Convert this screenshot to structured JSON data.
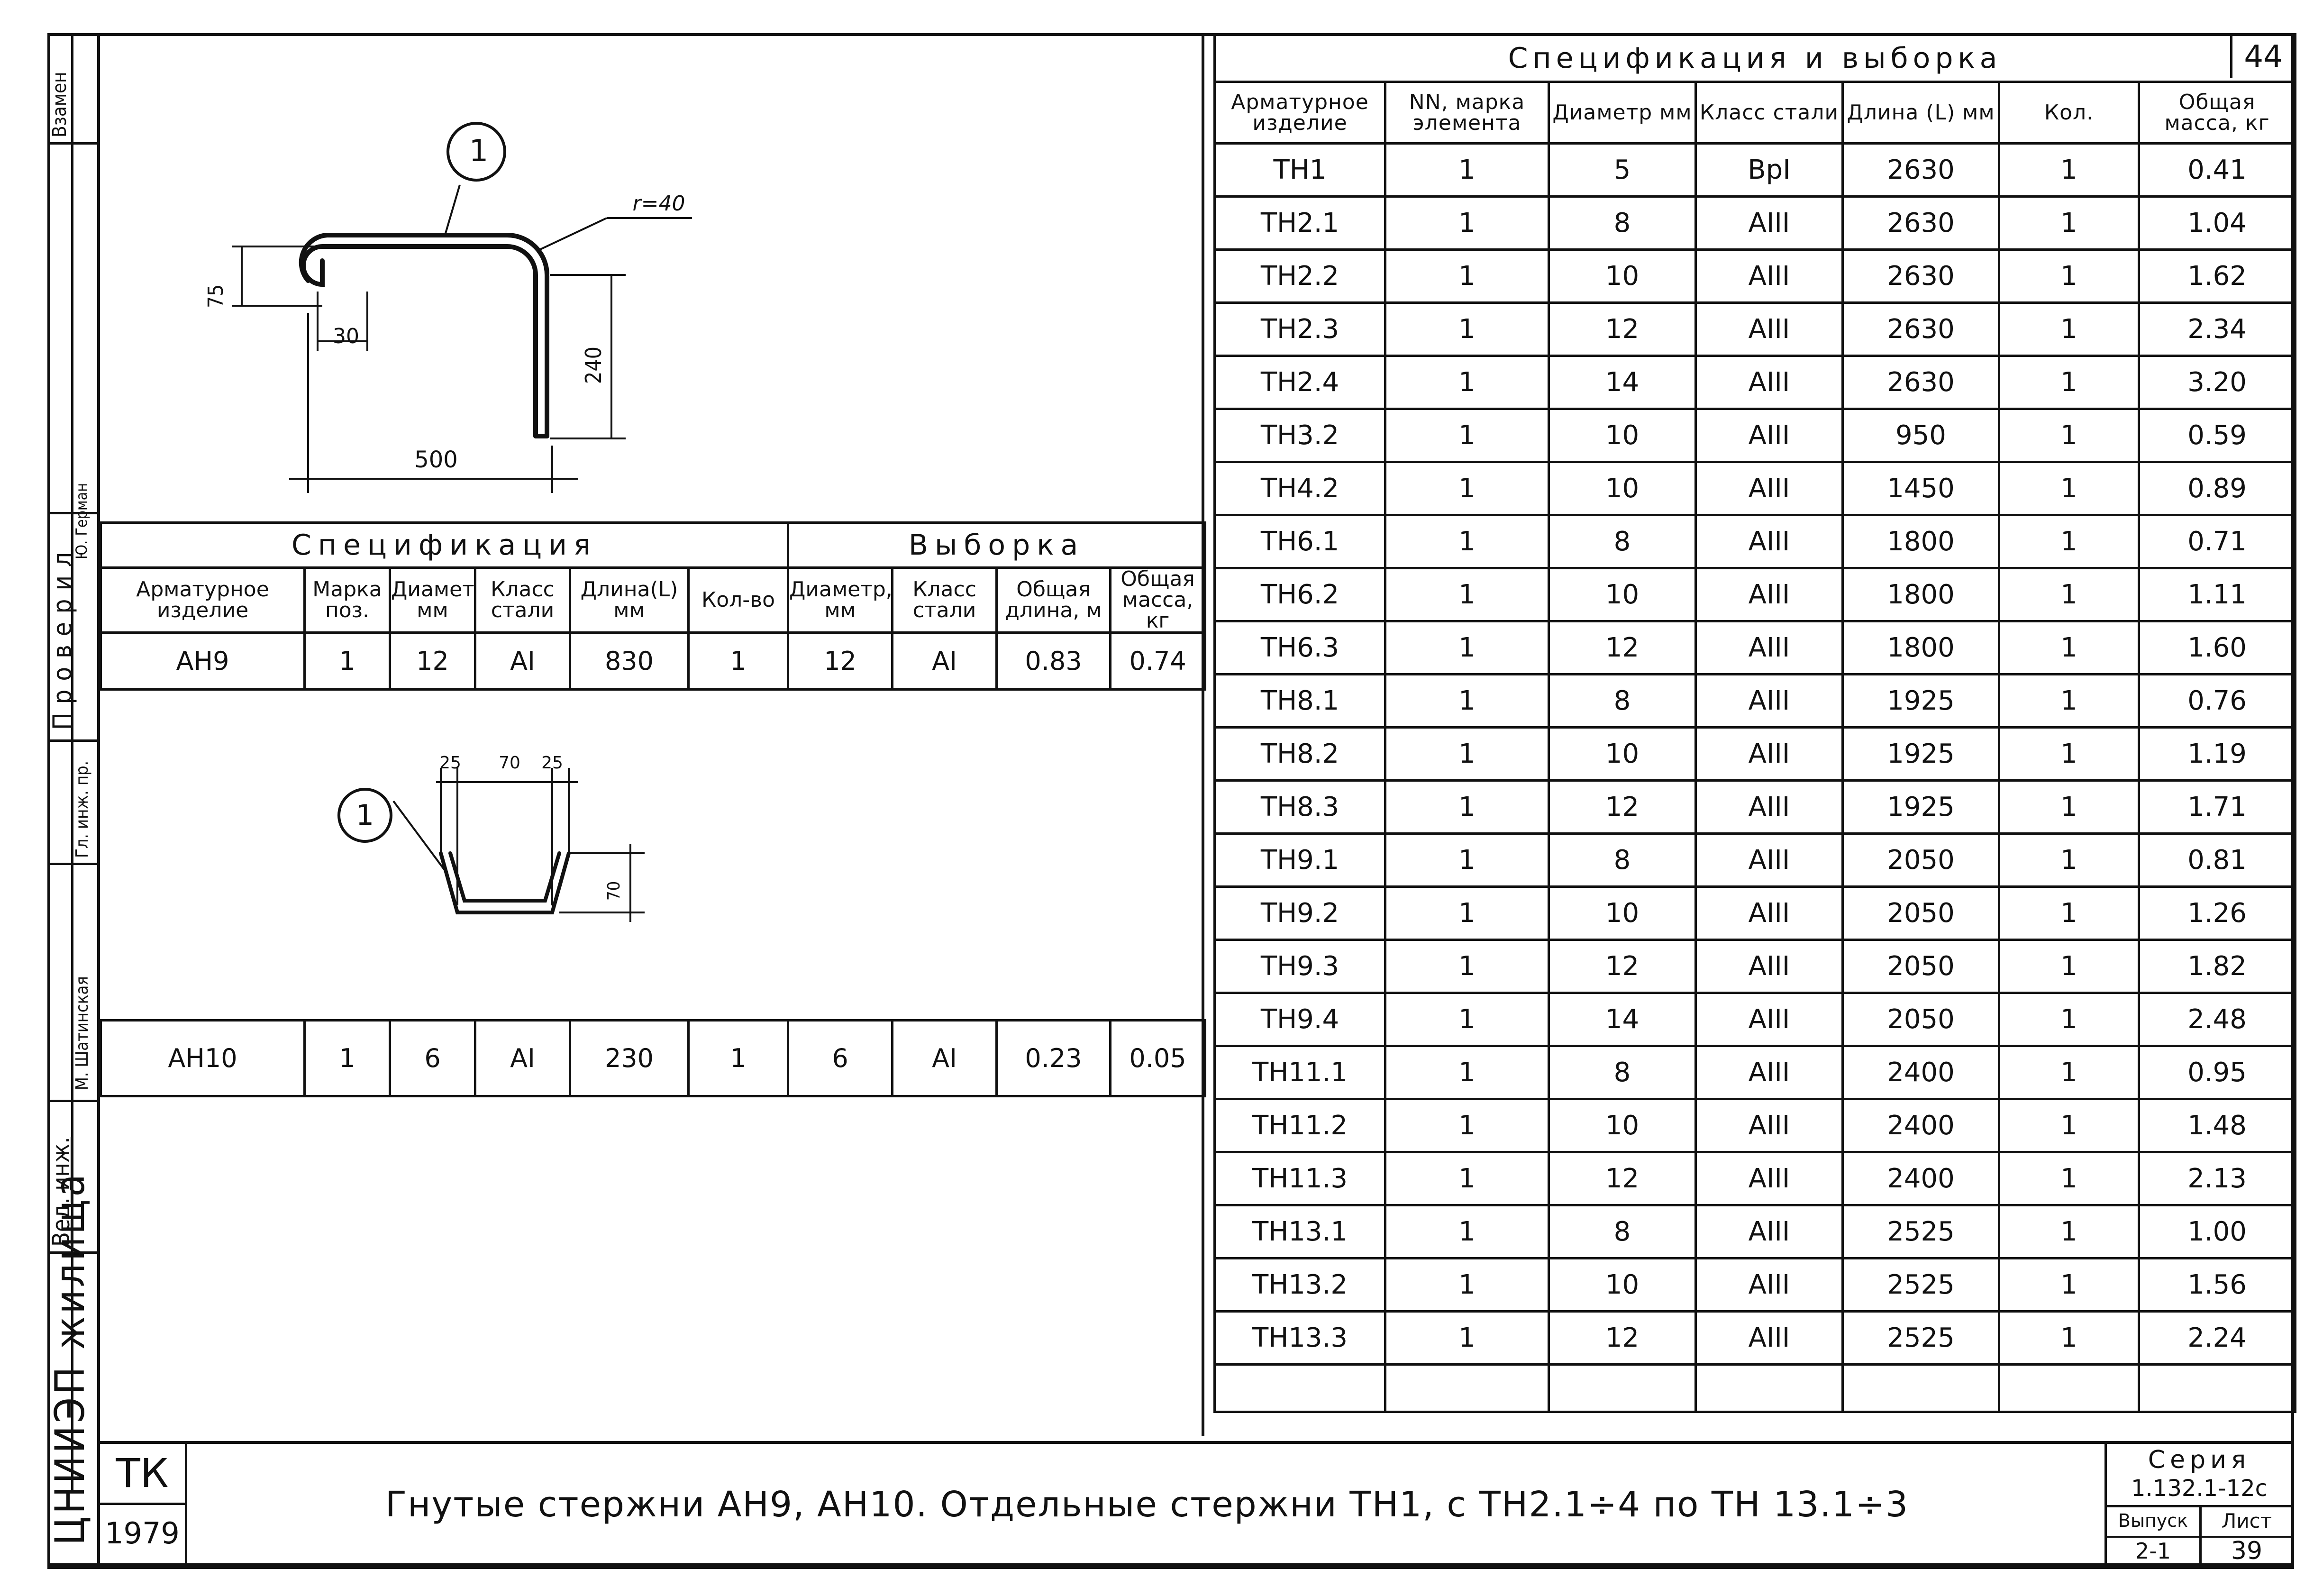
{
  "side_stamp": {
    "institute": "ЦНИИЭП жилища",
    "roles": [
      "Вед. инж.",
      "Гл. инж. пр.",
      "Проверил",
      "Взамен"
    ],
    "names": [
      "М. Шатинская",
      "Ю. Герман"
    ]
  },
  "left_drawing_1": {
    "position_label": "1",
    "radius_label": "r=40",
    "dim_height": "75",
    "dim_offset": "30",
    "dim_leg": "240",
    "dim_length": "500"
  },
  "left_table": {
    "spec_title": "Спецификация",
    "sample_title": "Выборка",
    "headers": [
      "Арматурное изделие",
      "Марка поз.",
      "Диаметр мм",
      "Класс стали",
      "Длина(L) мм",
      "Кол-во",
      "Диаметр, мм",
      "Класс стали",
      "Общая длина, м",
      "Общая масса, кг"
    ],
    "row_an9": [
      "АН9",
      "1",
      "12",
      "АI",
      "830",
      "1",
      "12",
      "АI",
      "0.83",
      "0.74"
    ],
    "row_an10": [
      "АН10",
      "1",
      "6",
      "АI",
      "230",
      "1",
      "6",
      "АI",
      "0.23",
      "0.05"
    ]
  },
  "left_drawing_2": {
    "position_label": "1",
    "dim_left": "25",
    "dim_mid": "70",
    "dim_right": "25",
    "dim_height": "70"
  },
  "right_table": {
    "title": "Спецификация и выборка",
    "sheet_corner": "44",
    "headers": [
      "Арматурное изделие",
      "NN, марка элемента",
      "Диаметр мм",
      "Класс стали",
      "Длина (L) мм",
      "Кол.",
      "Общая масса, кг"
    ],
    "rows": [
      [
        "ТН1",
        "1",
        "5",
        "ВрI",
        "2630",
        "1",
        "0.41"
      ],
      [
        "ТН2.1",
        "1",
        "8",
        "АIII",
        "2630",
        "1",
        "1.04"
      ],
      [
        "ТН2.2",
        "1",
        "10",
        "АIII",
        "2630",
        "1",
        "1.62"
      ],
      [
        "ТН2.3",
        "1",
        "12",
        "АIII",
        "2630",
        "1",
        "2.34"
      ],
      [
        "ТН2.4",
        "1",
        "14",
        "АIII",
        "2630",
        "1",
        "3.20"
      ],
      [
        "ТН3.2",
        "1",
        "10",
        "АIII",
        "950",
        "1",
        "0.59"
      ],
      [
        "ТН4.2",
        "1",
        "10",
        "АIII",
        "1450",
        "1",
        "0.89"
      ],
      [
        "ТН6.1",
        "1",
        "8",
        "АIII",
        "1800",
        "1",
        "0.71"
      ],
      [
        "ТН6.2",
        "1",
        "10",
        "АIII",
        "1800",
        "1",
        "1.11"
      ],
      [
        "ТН6.3",
        "1",
        "12",
        "АIII",
        "1800",
        "1",
        "1.60"
      ],
      [
        "ТН8.1",
        "1",
        "8",
        "АIII",
        "1925",
        "1",
        "0.76"
      ],
      [
        "ТН8.2",
        "1",
        "10",
        "АIII",
        "1925",
        "1",
        "1.19"
      ],
      [
        "ТН8.3",
        "1",
        "12",
        "АIII",
        "1925",
        "1",
        "1.71"
      ],
      [
        "ТН9.1",
        "1",
        "8",
        "АIII",
        "2050",
        "1",
        "0.81"
      ],
      [
        "ТН9.2",
        "1",
        "10",
        "АIII",
        "2050",
        "1",
        "1.26"
      ],
      [
        "ТН9.3",
        "1",
        "12",
        "АIII",
        "2050",
        "1",
        "1.82"
      ],
      [
        "ТН9.4",
        "1",
        "14",
        "АIII",
        "2050",
        "1",
        "2.48"
      ],
      [
        "ТН11.1",
        "1",
        "8",
        "АIII",
        "2400",
        "1",
        "0.95"
      ],
      [
        "ТН11.2",
        "1",
        "10",
        "АIII",
        "2400",
        "1",
        "1.48"
      ],
      [
        "ТН11.3",
        "1",
        "12",
        "АIII",
        "2400",
        "1",
        "2.13"
      ],
      [
        "ТН13.1",
        "1",
        "8",
        "АIII",
        "2525",
        "1",
        "1.00"
      ],
      [
        "ТН13.2",
        "1",
        "10",
        "АIII",
        "2525",
        "1",
        "1.56"
      ],
      [
        "ТН13.3",
        "1",
        "12",
        "АIII",
        "2525",
        "1",
        "2.24"
      ]
    ]
  },
  "title_block": {
    "org": "ТК",
    "year": "1979",
    "title": "Гнутые стержни АН9, АН10. Отдельные стержни ТН1, с ТН2.1÷4 по ТН 13.1÷3",
    "series_label": "Серия",
    "series_value": "1.132.1-12с",
    "issue_label": "Выпуск",
    "issue_value": "2-1",
    "sheet_label": "Лист",
    "sheet_value": "39"
  }
}
